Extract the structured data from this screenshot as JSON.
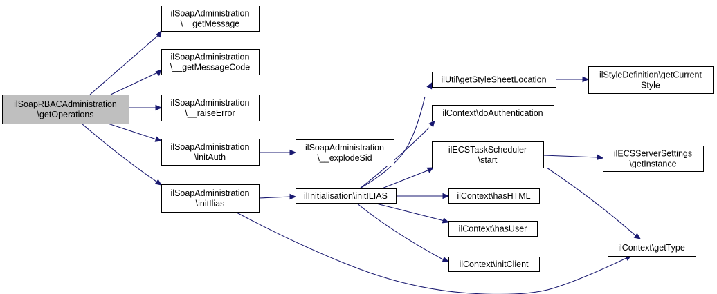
{
  "diagram": {
    "nodes": [
      {
        "id": "n0",
        "lines": [
          "ilSoapRBACAdministration",
          "\\getOperations"
        ],
        "root": true
      },
      {
        "id": "n1",
        "lines": [
          "ilSoapAdministration",
          "\\__getMessage"
        ]
      },
      {
        "id": "n2",
        "lines": [
          "ilSoapAdministration",
          "\\__getMessageCode"
        ]
      },
      {
        "id": "n3",
        "lines": [
          "ilSoapAdministration",
          "\\__raiseError"
        ]
      },
      {
        "id": "n4",
        "lines": [
          "ilSoapAdministration",
          "\\initAuth"
        ]
      },
      {
        "id": "n5",
        "lines": [
          "ilSoapAdministration",
          "\\initIlias"
        ]
      },
      {
        "id": "n6",
        "lines": [
          "ilSoapAdministration",
          "\\__explodeSid"
        ]
      },
      {
        "id": "n7",
        "lines": [
          "ilInitialisation\\initILIAS"
        ]
      },
      {
        "id": "n8",
        "lines": [
          "ilUtil\\getStyleSheetLocation"
        ]
      },
      {
        "id": "n9",
        "lines": [
          "ilContext\\doAuthentication"
        ]
      },
      {
        "id": "n10",
        "lines": [
          "ilECSTaskScheduler",
          "\\start"
        ]
      },
      {
        "id": "n11",
        "lines": [
          "ilContext\\hasHTML"
        ]
      },
      {
        "id": "n12",
        "lines": [
          "ilContext\\hasUser"
        ]
      },
      {
        "id": "n13",
        "lines": [
          "ilContext\\initClient"
        ]
      },
      {
        "id": "n14",
        "lines": [
          "ilStyleDefinition\\getCurrent",
          "Style"
        ]
      },
      {
        "id": "n15",
        "lines": [
          "ilECSServerSettings",
          "\\getInstance"
        ]
      },
      {
        "id": "n16",
        "lines": [
          "ilContext\\getType"
        ]
      }
    ],
    "edges": [
      {
        "from": "n0",
        "to": "n1"
      },
      {
        "from": "n0",
        "to": "n2"
      },
      {
        "from": "n0",
        "to": "n3"
      },
      {
        "from": "n0",
        "to": "n4"
      },
      {
        "from": "n0",
        "to": "n5"
      },
      {
        "from": "n4",
        "to": "n6"
      },
      {
        "from": "n5",
        "to": "n7"
      },
      {
        "from": "n5",
        "to": "n16"
      },
      {
        "from": "n7",
        "to": "n8"
      },
      {
        "from": "n7",
        "to": "n9"
      },
      {
        "from": "n7",
        "to": "n10"
      },
      {
        "from": "n7",
        "to": "n11"
      },
      {
        "from": "n7",
        "to": "n12"
      },
      {
        "from": "n7",
        "to": "n13"
      },
      {
        "from": "n8",
        "to": "n14"
      },
      {
        "from": "n10",
        "to": "n15"
      },
      {
        "from": "n10",
        "to": "n16"
      }
    ]
  }
}
